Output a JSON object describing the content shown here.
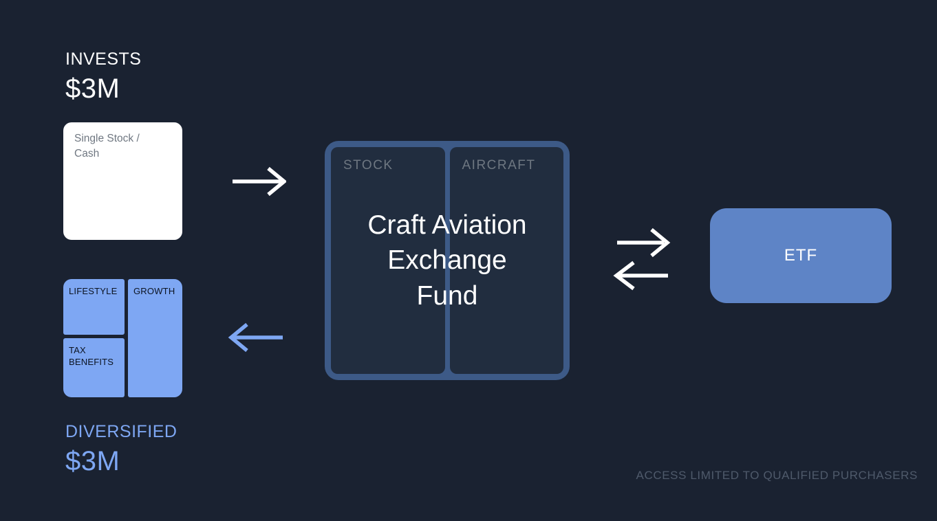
{
  "canvas": {
    "background": "#1a2231"
  },
  "colors": {
    "background": "#1a2231",
    "accent_light_blue": "#7ea7f3",
    "fund_frame_blue": "#3d5a87",
    "fund_cell_bg": "#212d3f",
    "etf_blue": "#5e84c6",
    "card_white": "#ffffff",
    "muted_gray_label": "#6e7781",
    "disclaimer_gray": "#4f5a6b",
    "dark_text_on_blue": "#0c1422",
    "white_text": "#ffffff"
  },
  "investor": {
    "label": "INVESTS",
    "amount": "$3M",
    "card_text": "Single Stock / Cash"
  },
  "fund": {
    "stock_label": "STOCK",
    "aircraft_label": "AIRCRAFT",
    "title_lines": [
      "Craft Aviation",
      "Exchange",
      "Fund"
    ]
  },
  "etf": {
    "label": "ETF"
  },
  "diversified": {
    "label": "DIVERSIFIED",
    "amount": "$3M",
    "cells": [
      {
        "label": "LIFESTYLE"
      },
      {
        "label": "GROWTH"
      },
      {
        "label": "TAX BENEFITS"
      }
    ]
  },
  "footer": {
    "disclaimer": "ACCESS LIMITED TO QUALIFIED PURCHASERS"
  },
  "icons": {
    "arrow_right": "→",
    "arrow_left": "←",
    "swap_arrows": "⇄"
  }
}
